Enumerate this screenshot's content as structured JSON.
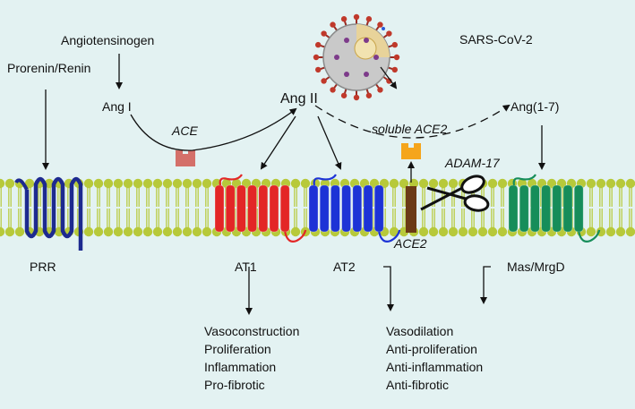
{
  "labels": {
    "angiotensinogen": "Angiotensinogen",
    "prorenin_renin": "Prorenin/Renin",
    "ang_i": "Ang I",
    "ang_ii": "Ang II",
    "ace": "ACE",
    "sars_cov_2": "SARS-CoV-2",
    "soluble_ace2": "soluble ACE2",
    "ang_1_7": "Ang(1-7)",
    "adam17": "ADAM-17",
    "ace2": "ACE2",
    "prr": "PRR",
    "at1": "AT1",
    "at2": "AT2",
    "mas_mrgd": "Mas/MrgD"
  },
  "effects": {
    "at1": [
      "Vasoconstruction",
      "Proliferation",
      "Inflammation",
      "Pro-fibrotic"
    ],
    "protective": [
      "Vasodilation",
      "Anti-proliferation",
      "Anti-inflammation",
      "Anti-fibrotic"
    ]
  },
  "colors": {
    "background": "#e3f2f2",
    "membrane": "#b7c93a",
    "prr": "#1d2a8f",
    "at1": "#e32626",
    "at2": "#1d33d6",
    "mas": "#168d5a",
    "ace": "#d4706a",
    "soluble_ace2": "#f5a51c",
    "ace2": "#6b3a16"
  }
}
